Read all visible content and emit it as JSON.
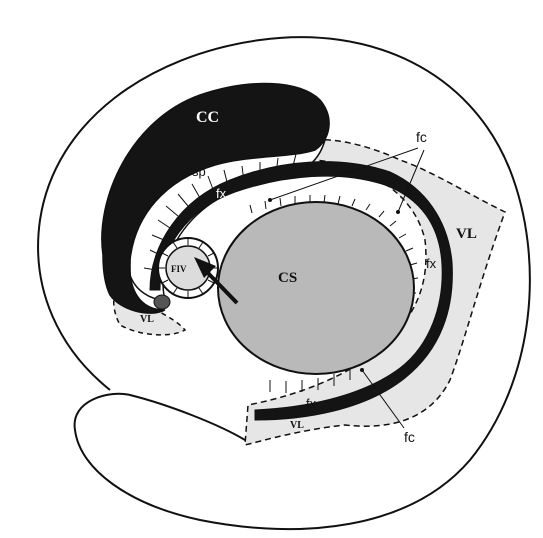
{
  "labels": {
    "cc": "CC",
    "sp": "sp",
    "fx_top": "fx",
    "fc_top": "fc",
    "vl_right": "VL",
    "fx_right": "fx",
    "fiv": "FIV",
    "cs": "CS",
    "vl_left": "VL",
    "fx_bottom": "fx",
    "vl_bottom": "VL",
    "fc_bottom": "fc"
  },
  "colors": {
    "outline": "#111111",
    "black_fill": "#141414",
    "ventricle_fill": "#e6e6e6",
    "cs_fill": "#b9b9b9",
    "fiv_fill": "#dcdcdc",
    "background": "#ffffff"
  }
}
